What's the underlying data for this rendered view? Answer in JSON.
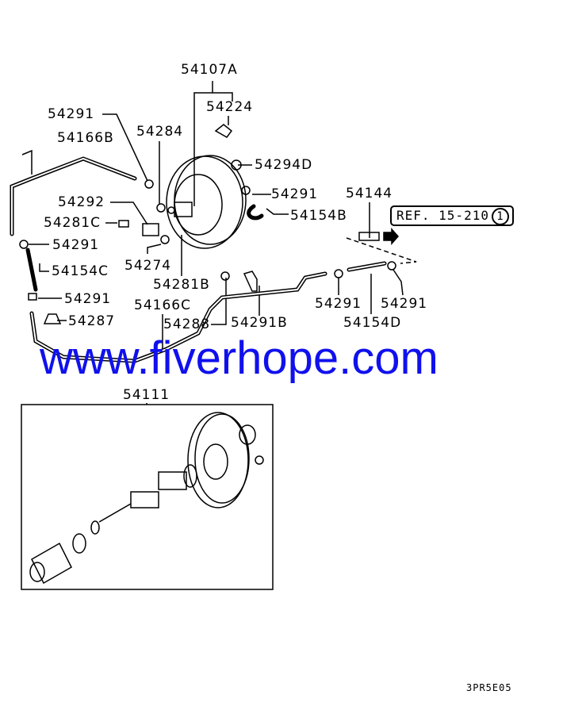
{
  "callouts": {
    "booster_assy": "54107A",
    "check_valve_a": "54224",
    "clamp_1": "54291",
    "hose_b": "54166B",
    "nut": "54284",
    "part_54294d": "54294D",
    "clamp_2": "54291",
    "part_54144": "54144",
    "part_54292": "54292",
    "hose_54154b": "54154B",
    "part_54281c": "54281C",
    "clamp_3": "54291",
    "part_54274": "54274",
    "hose_54154c": "54154C",
    "part_54281b": "54281B",
    "clamp_4": "54291",
    "hose_c": "54166C",
    "clamp_5": "54291",
    "clamp_6": "54291",
    "part_54287": "54287",
    "part_54291b": "54291B",
    "hose_54154d": "54154D",
    "part_54288": "54288",
    "kit": "54111"
  },
  "reference": {
    "text": "REF. 15-210",
    "circled": "1"
  },
  "watermark": "www.fiverhope.com",
  "diagram_code": "3PR5E05"
}
